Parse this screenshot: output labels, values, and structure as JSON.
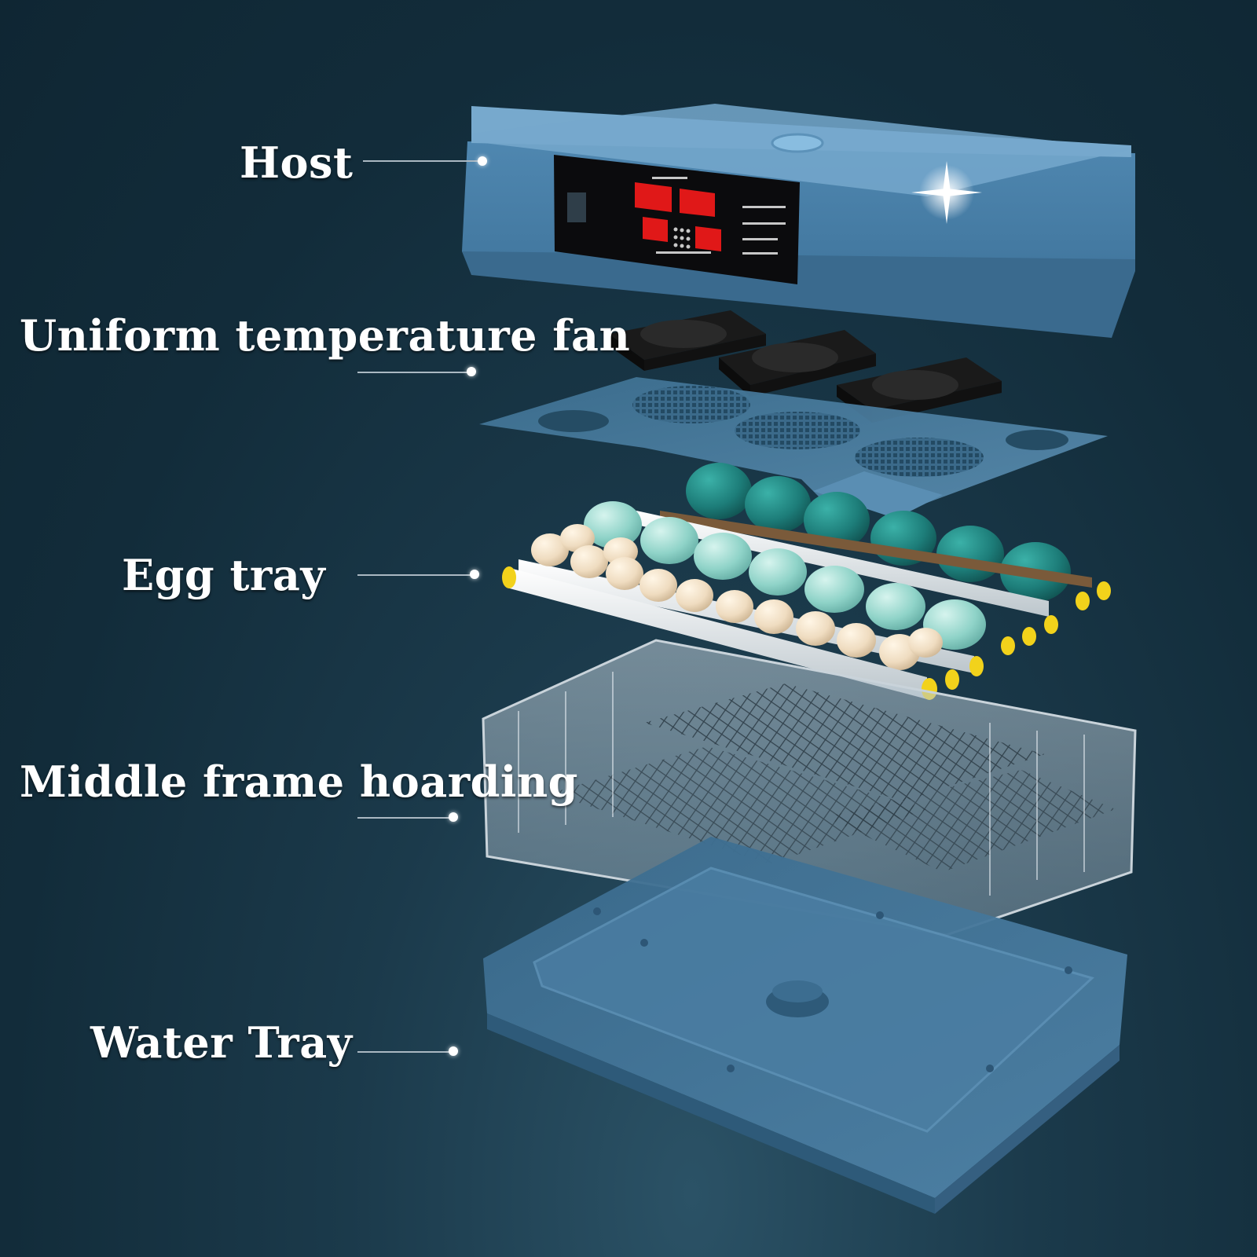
{
  "labels": {
    "host": "Host",
    "fan": "Uniform temperature fan",
    "egg_tray": "Egg tray",
    "middle_frame": "Middle frame hoarding",
    "water_tray": "Water Tray"
  },
  "colors": {
    "background": "#15303f",
    "host_body": "#4f87b0",
    "fan": "#1a1a1a",
    "display_digits": "#e01818",
    "egg_cream": "#efdcc0",
    "egg_teal": "#1d7d79",
    "egg_aqua": "#8fd3c8",
    "roller_cap": "#f2d21b",
    "water_tray": "#3f6f92"
  }
}
